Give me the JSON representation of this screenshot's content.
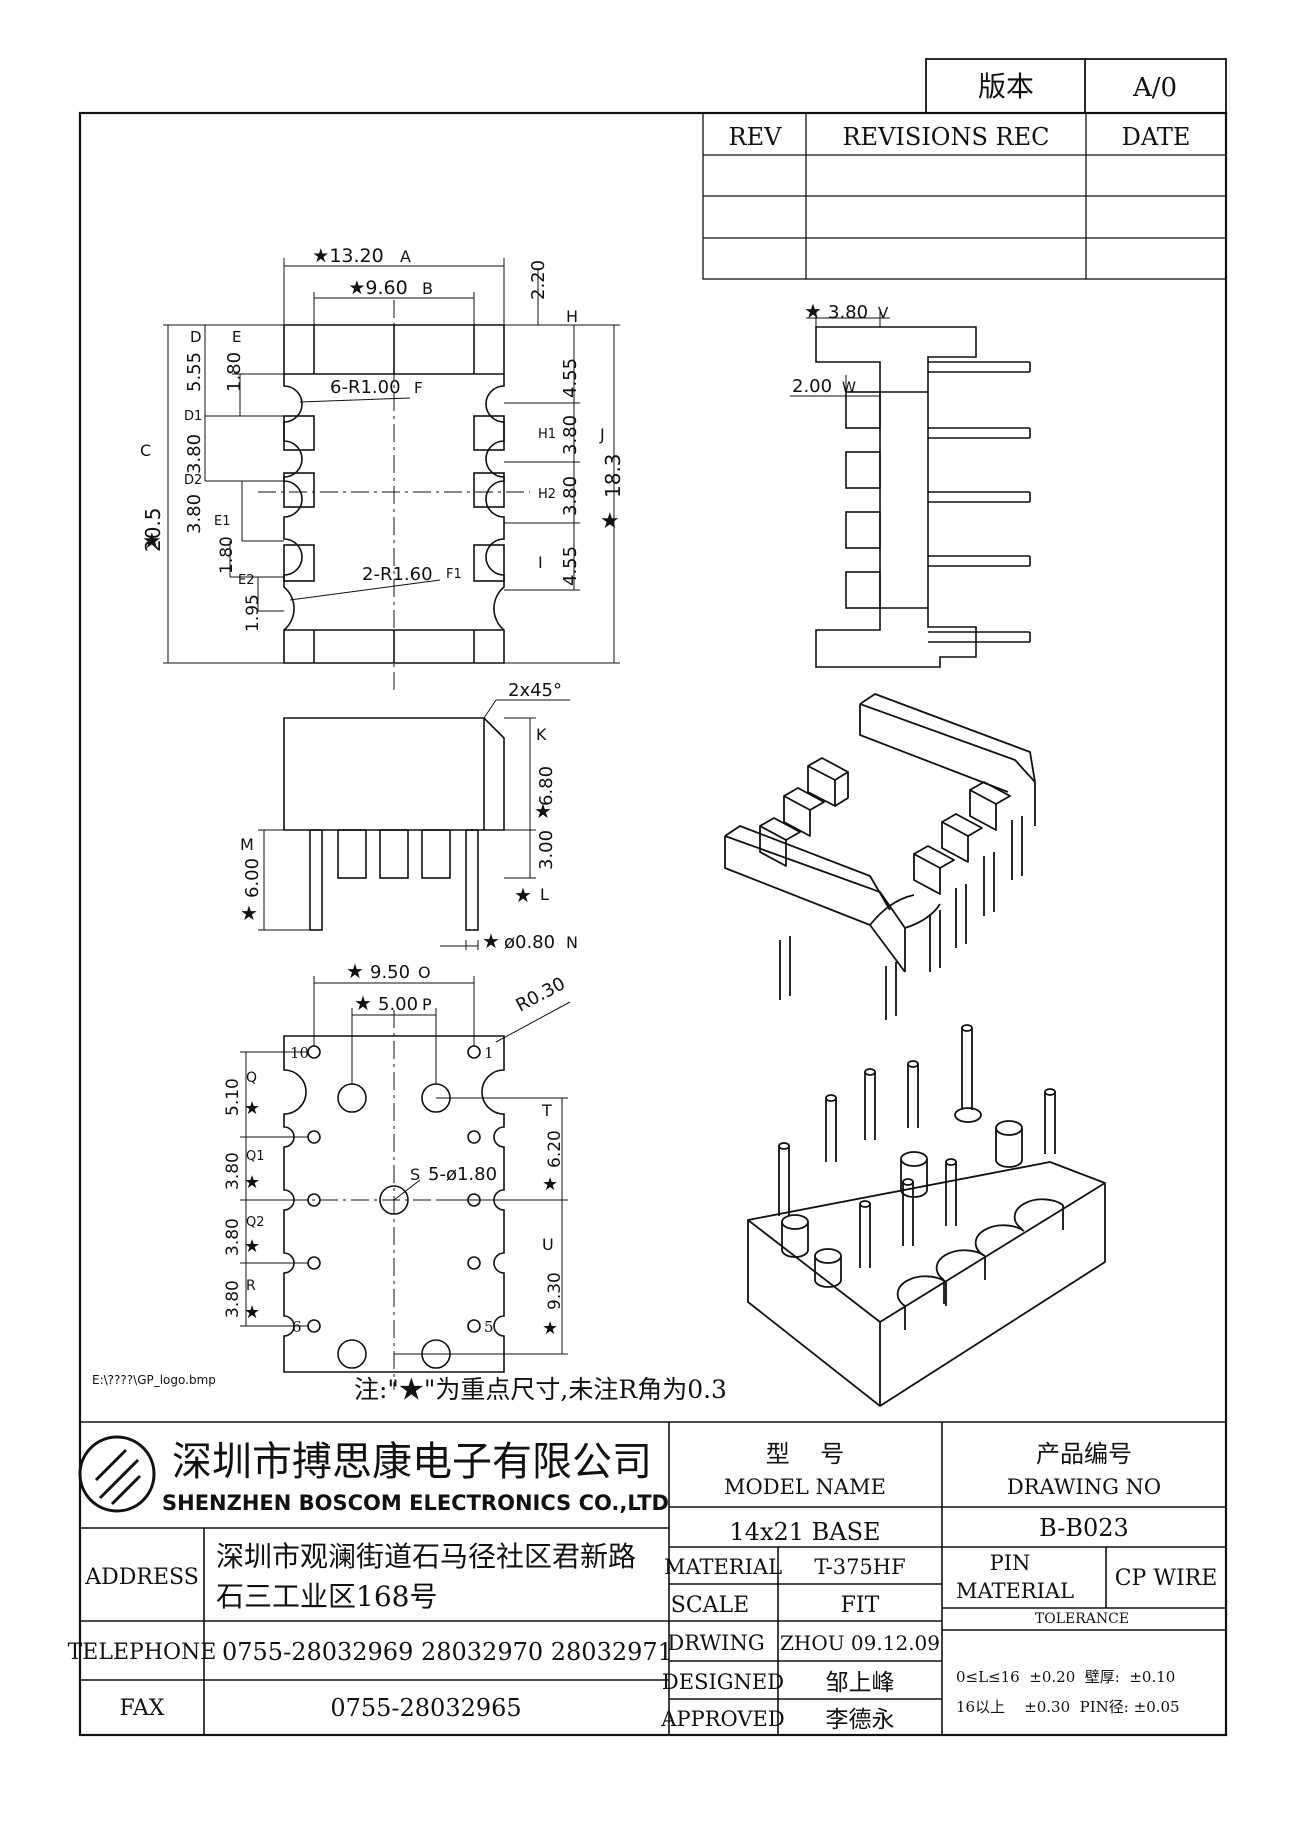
{
  "version": {
    "label": "版本",
    "value": "A/0"
  },
  "revisions": {
    "rev": "REV",
    "rec": "REVISIONS REC",
    "date": "DATE"
  },
  "dims": {
    "a": "★13.20",
    "a_tag": "A",
    "b": "★9.60",
    "b_tag": "B",
    "top_off": "2.20",
    "h_tag": "H",
    "d": "5.55",
    "d_tag": "D",
    "e": "1.80",
    "e_tag": "E",
    "f": "6-R1.00",
    "f_tag": "F",
    "d1": "3.80",
    "d1_tag": "D1",
    "d2": "3.80",
    "d2_tag": "D2",
    "e1": "1.80",
    "e1_tag": "E1",
    "e2": "1.95",
    "e2_tag": "E2",
    "f1": "2-R1.60",
    "f1_tag": "F1",
    "c": "20.5",
    "c_tag": "C",
    "h_right": "4.55",
    "h1": "3.80",
    "h1_tag": "H1",
    "h2": "3.80",
    "h2_tag": "H2",
    "i": "4.55",
    "i_tag": "I",
    "j": "18.3",
    "j_tag": "J",
    "chamfer": "2x45°",
    "k": "6.80",
    "k_tag": "K",
    "l": "3.00",
    "l_tag": "L",
    "m": "6.00",
    "m_tag": "M",
    "n": "ø0.80",
    "n_tag": "N",
    "v": "3.80",
    "v_tag": "V",
    "w": "2.00",
    "w_tag": "W",
    "o": "9.50",
    "o_tag": "O",
    "p": "5.00",
    "p_tag": "P",
    "r": "R0.30",
    "q": "5.10",
    "q_tag": "Q",
    "q1": "3.80",
    "q1_tag": "Q1",
    "q2": "3.80",
    "q2_tag": "Q2",
    "rr": "3.80",
    "rr_tag": "R",
    "s": "5-ø1.80",
    "s_tag": "S",
    "t": "6.20",
    "t_tag": "T",
    "u": "9.30",
    "u_tag": "U",
    "pin10": "10",
    "pin1": "1",
    "pin6": "6",
    "pin5": "5"
  },
  "logo_path": "E:\\????\\GP_logo.bmp",
  "note": "注:\"★\"为重点尺寸,未注R角为0.3",
  "company": {
    "cn": "深圳市搏思康电子有限公司",
    "en": "SHENZHEN BOSCOM ELECTRONICS CO.,LTD"
  },
  "address": {
    "label": "ADDRESS",
    "line1": "深圳市观澜街道石马径社区君新路",
    "line2": "石三工业区168号"
  },
  "telephone": {
    "label": "TELEPHONE",
    "value": "0755-28032969 28032970 28032971"
  },
  "fax": {
    "label": "FAX",
    "value": "0755-28032965"
  },
  "model": {
    "label_cn": "型    号",
    "label_en": "MODEL NAME",
    "value": "14x21 BASE"
  },
  "drawing": {
    "label_cn": "产品编号",
    "label_en": "DRAWING NO",
    "value": "B-B023"
  },
  "material": {
    "label": "MATERIAL",
    "value": "T-375HF"
  },
  "scale": {
    "label": "SCALE",
    "value": "FIT"
  },
  "drwing": {
    "label": "DRWING",
    "value": "ZHOU 09.12.09"
  },
  "designed": {
    "label": "DESIGNED",
    "value": "邹上峰"
  },
  "approved": {
    "label": "APPROVED",
    "value": "李德永"
  },
  "pin_material": {
    "label1": "PIN",
    "label2": "MATERIAL",
    "value": "CP WIRE"
  },
  "tolerance": {
    "label": "TOLERANCE",
    "row1": "0≤L≤16  ±0.20  壁厚:  ±0.10",
    "row2": "16以上    ±0.30  PIN径: ±0.05"
  }
}
